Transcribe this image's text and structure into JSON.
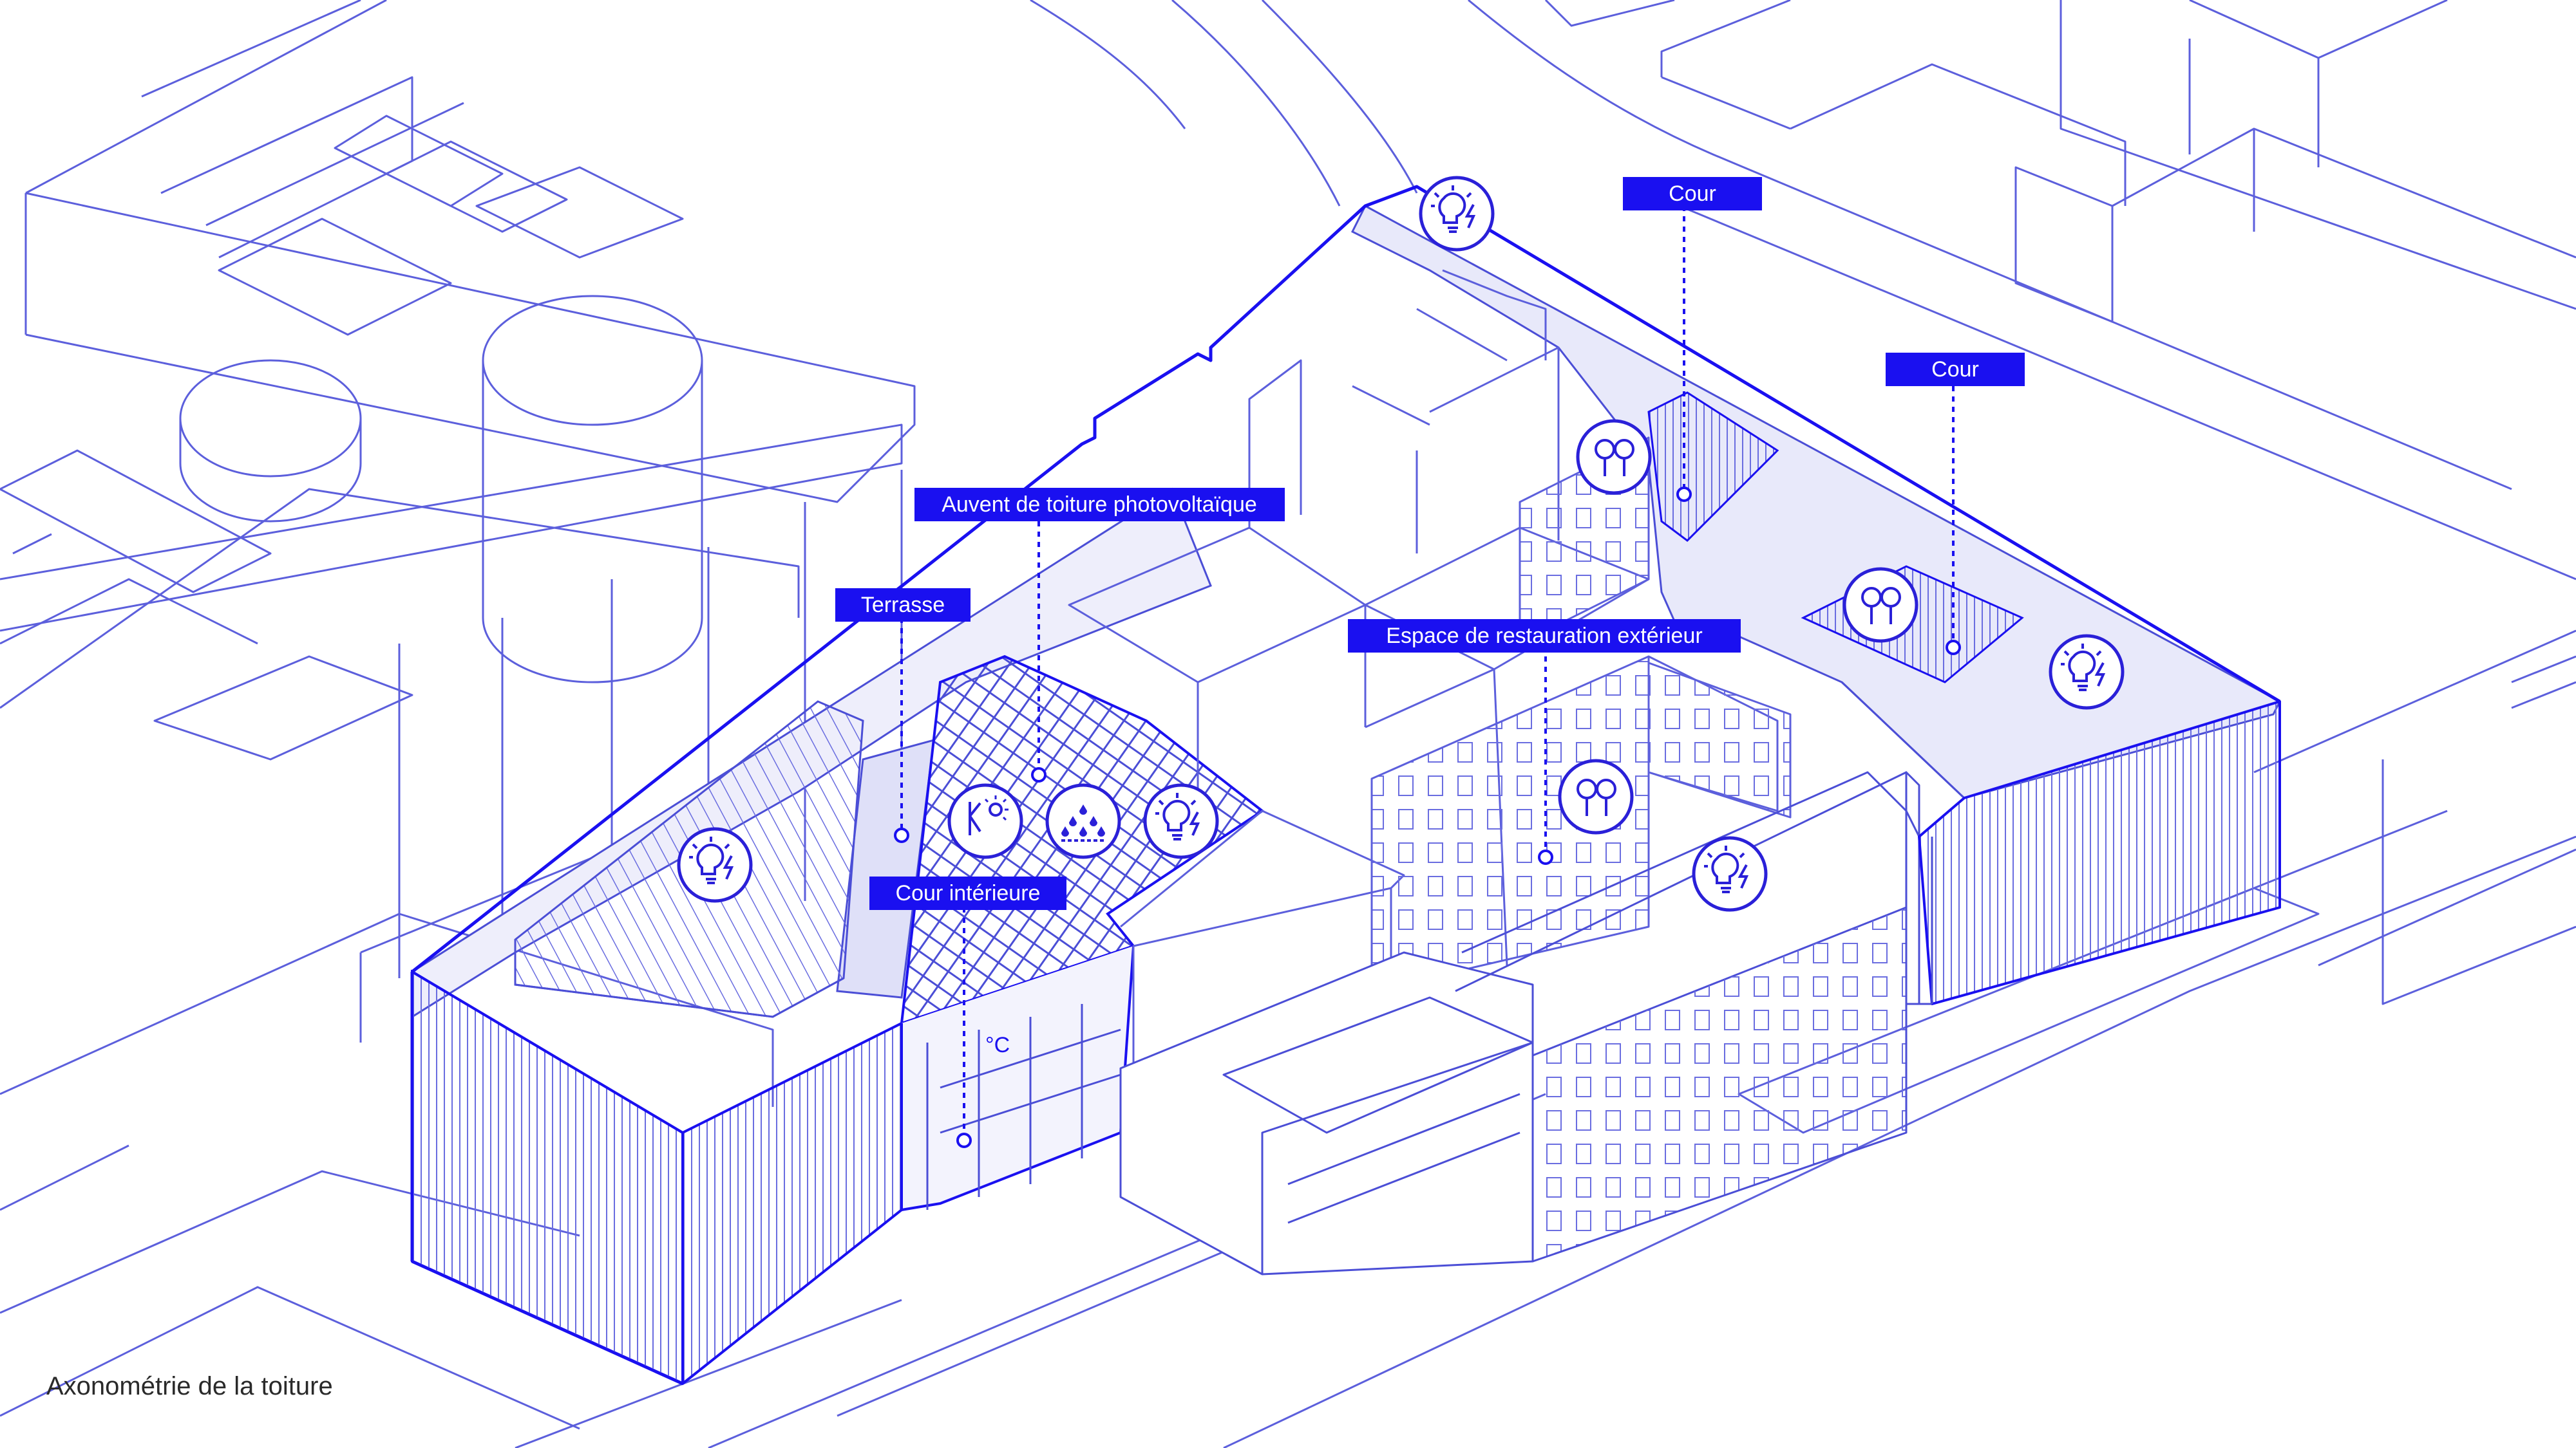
{
  "colors": {
    "line": "#4b4ed6",
    "line_light": "#8f92e6",
    "accent": "#1a10f0",
    "fill_light": "#e8e9fa",
    "background": "#ffffff"
  },
  "labels": {
    "cour_1": "Cour",
    "cour_2": "Cour",
    "auvent": "Auvent de toiture photovoltaïque",
    "terrasse": "Terrasse",
    "espace_restauration": "Espace de restauration extérieur",
    "cour_interieure": "Cour intérieure"
  },
  "temperature_unit": "°C",
  "caption": "Axonométrie de la toiture",
  "icons": {
    "energy": "lightbulb-lightning-icon",
    "tree": "tree-icon",
    "solar": "sun-reflection-icon",
    "rain": "rainwater-icon"
  }
}
